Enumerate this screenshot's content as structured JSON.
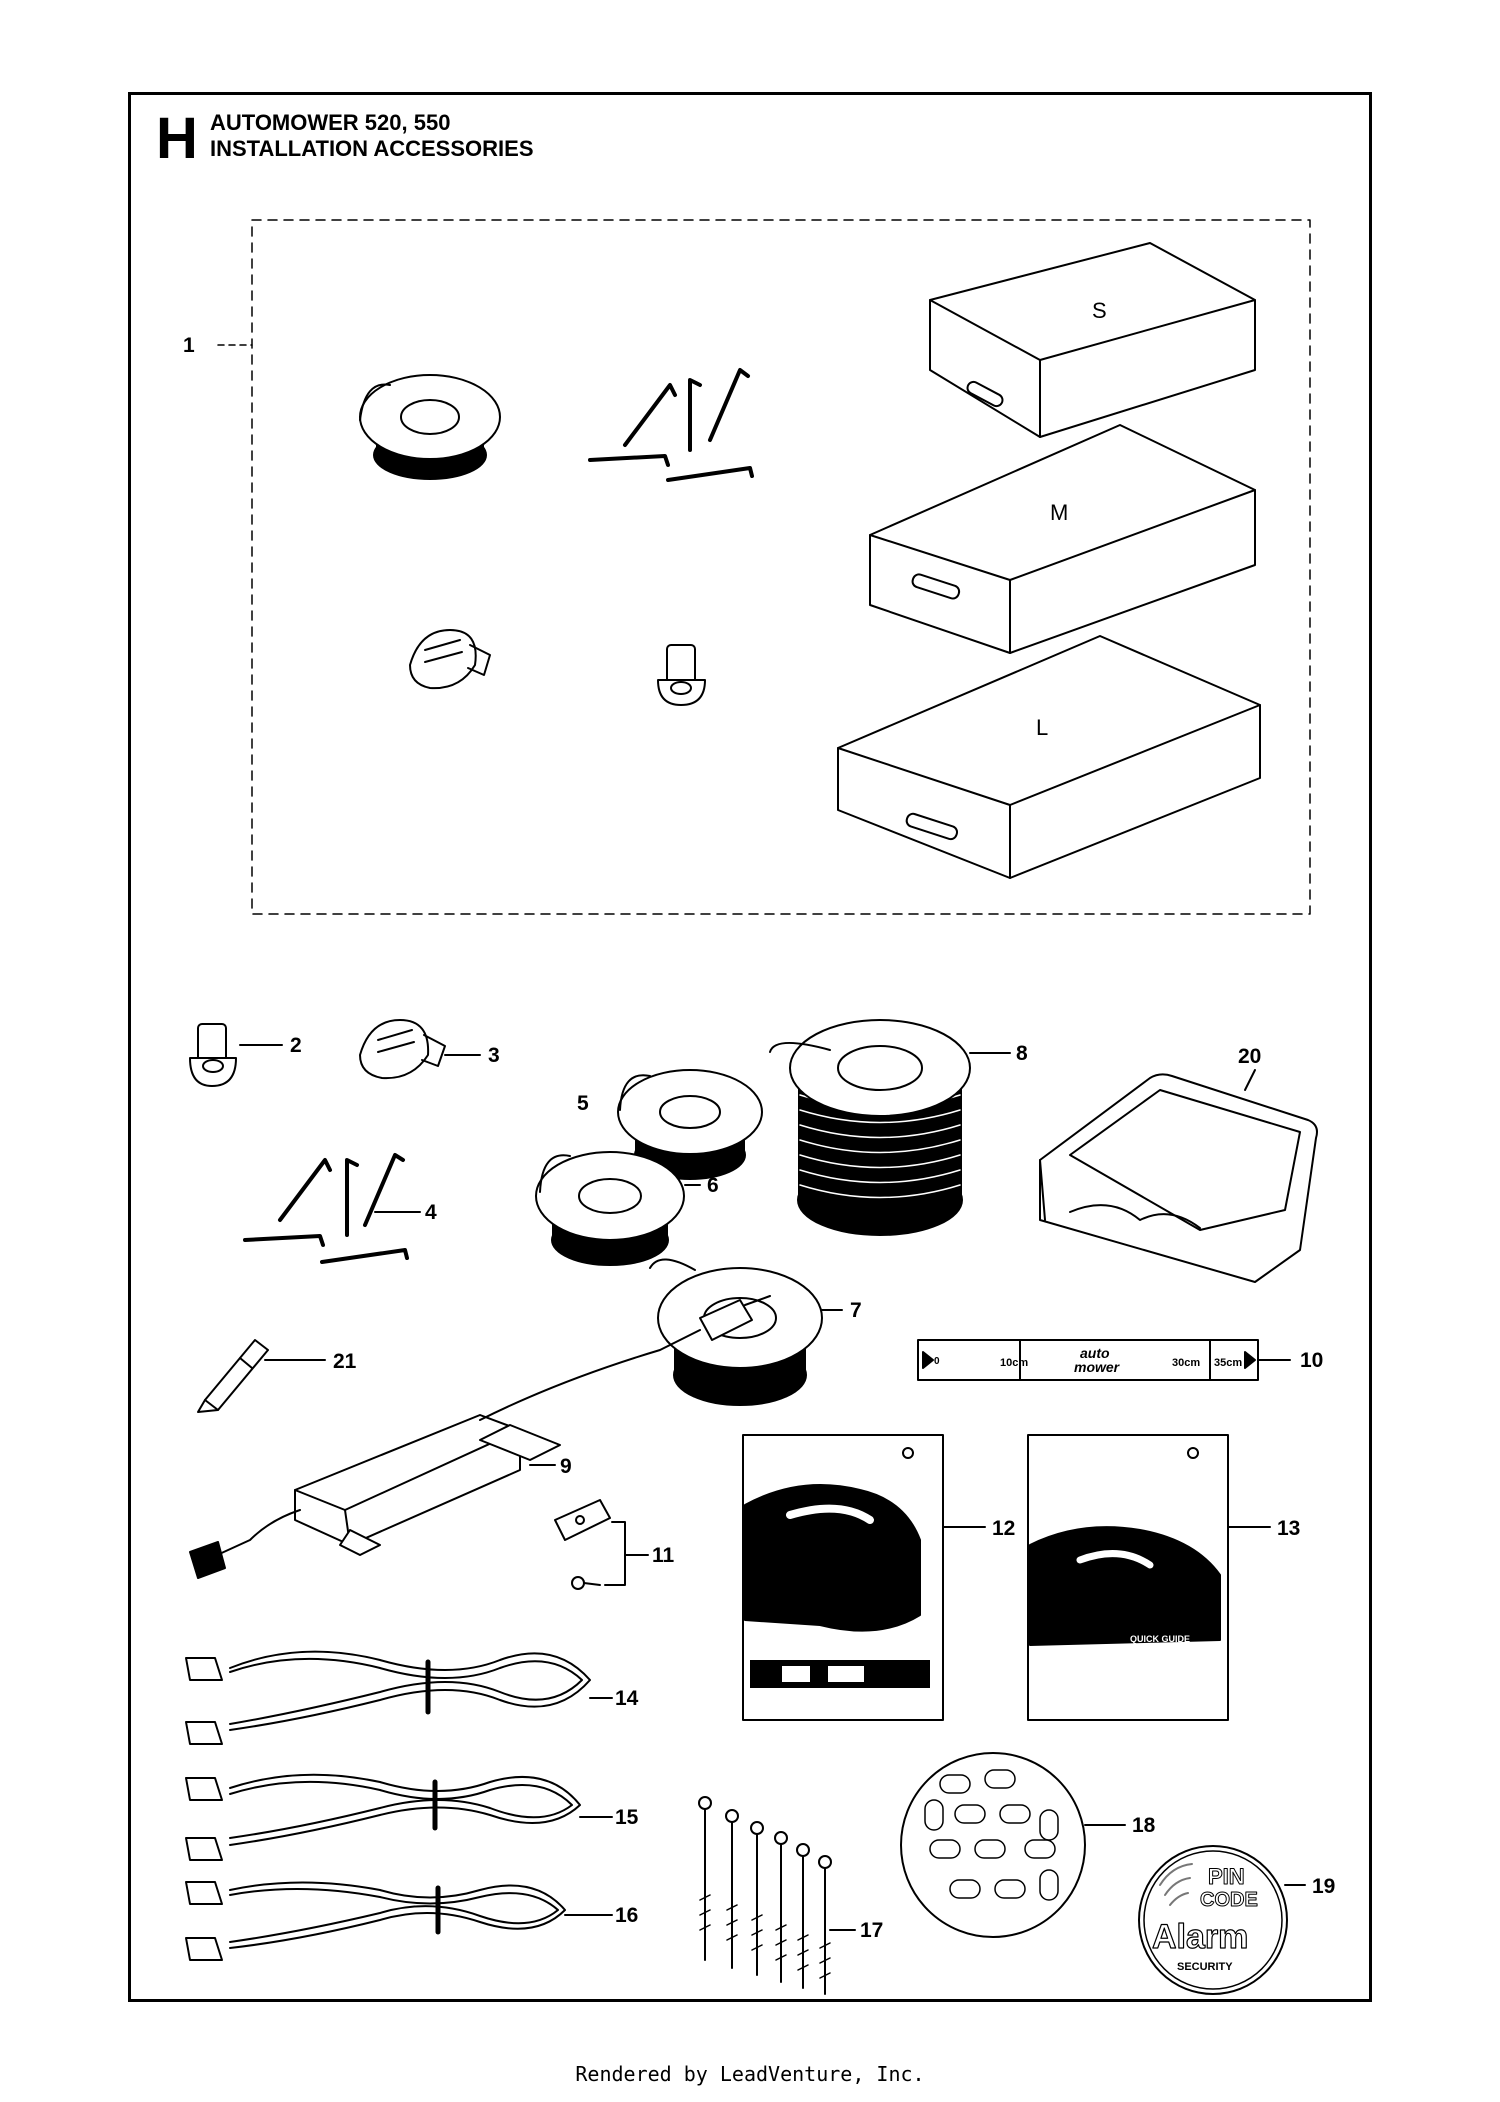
{
  "header": {
    "section_letter": "H",
    "title_line_1": "AUTOMOWER 520, 550",
    "title_line_2": "INSTALLATION ACCESSORIES"
  },
  "kit_boxes": {
    "small": "S",
    "medium": "M",
    "large": "L"
  },
  "callouts": [
    "1",
    "2",
    "3",
    "4",
    "5",
    "6",
    "7",
    "8",
    "9",
    "10",
    "11",
    "12",
    "13",
    "14",
    "15",
    "16",
    "17",
    "18",
    "19",
    "20",
    "21"
  ],
  "ruler": {
    "start": "0",
    "mark_10": "10cm",
    "brand_line_1": "auto",
    "brand_line_2": "mower",
    "mark_30": "30cm",
    "mark_35": "35cm"
  },
  "quick_guide_text": "QUICK GUIDE",
  "sticker": {
    "line_1": "PIN",
    "line_2": "CODE",
    "line_3": "Alarm",
    "line_4": "SECURITY"
  },
  "footer": "Rendered by LeadVenture, Inc."
}
